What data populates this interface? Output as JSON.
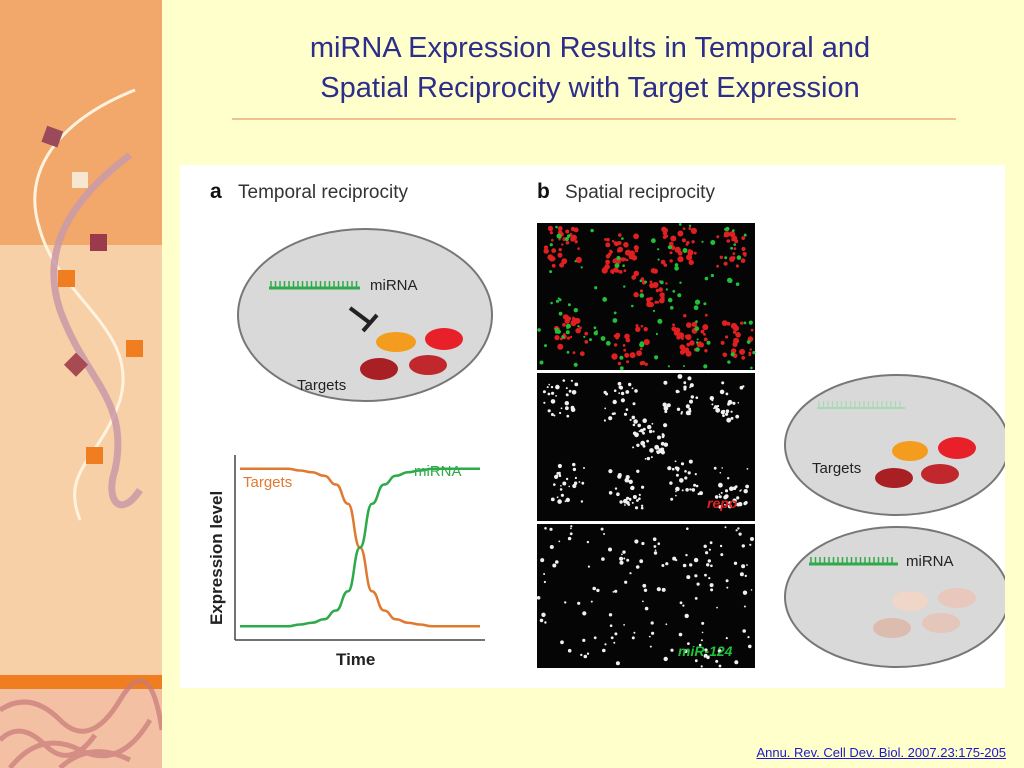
{
  "slide": {
    "title_lines": [
      "miRNA Expression Results in Temporal and",
      "Spatial Reciprocity with Target Expression"
    ],
    "citation": "Annu. Rev. Cell Dev. Biol. 2007.23:175-205"
  },
  "panel_a": {
    "letter": "a",
    "heading": "Temporal reciprocity",
    "cell_label_mirna": "miRNA",
    "cell_label_targets": "Targets",
    "chart_labels": {
      "targets": "Targets",
      "mirna": "miRNA",
      "ylabel": "Expression level",
      "xlabel": "Time"
    }
  },
  "panel_b": {
    "letter": "b",
    "heading": "Spatial reciprocity",
    "micrograph_labels": [
      "repo",
      "miR-124"
    ],
    "cell_top_label": "Targets",
    "cell_bottom_label": "miRNA"
  },
  "chart_data": {
    "type": "line",
    "xlabel": "Time",
    "ylabel": "Expression level",
    "x": [
      0,
      1,
      2,
      3,
      4,
      5,
      6,
      7,
      8,
      9,
      10,
      11,
      12,
      13,
      14,
      15,
      16,
      17,
      18,
      19,
      20
    ],
    "series": [
      {
        "name": "Targets",
        "values": [
          0.95,
          0.95,
          0.95,
          0.95,
          0.95,
          0.94,
          0.93,
          0.91,
          0.86,
          0.75,
          0.5,
          0.25,
          0.14,
          0.09,
          0.07,
          0.06,
          0.05,
          0.05,
          0.05,
          0.05,
          0.05
        ]
      },
      {
        "name": "miRNA",
        "values": [
          0.05,
          0.05,
          0.05,
          0.05,
          0.05,
          0.06,
          0.07,
          0.09,
          0.14,
          0.25,
          0.5,
          0.75,
          0.86,
          0.91,
          0.93,
          0.94,
          0.95,
          0.95,
          0.95,
          0.95,
          0.95
        ]
      }
    ],
    "ylim": [
      0,
      1
    ],
    "grid": false,
    "colors": {
      "Targets": "#e07a30",
      "miRNA": "#2eaa4a"
    }
  },
  "colors": {
    "title": "#2d2d8a",
    "background": "#ffffcc",
    "sidebar_orange": "#f2a86a",
    "sidebar_peach": "#f8d0a8",
    "mirna_green": "#2eaa4a",
    "target_orange": "#f39c1e",
    "target_red": "#e8202a",
    "target_darkred": "#a81f24",
    "cell_gray": "#d9d9d9",
    "repo_red": "#e02020",
    "mir124_green": "#22c03a",
    "citation_link": "#1a1acc"
  }
}
